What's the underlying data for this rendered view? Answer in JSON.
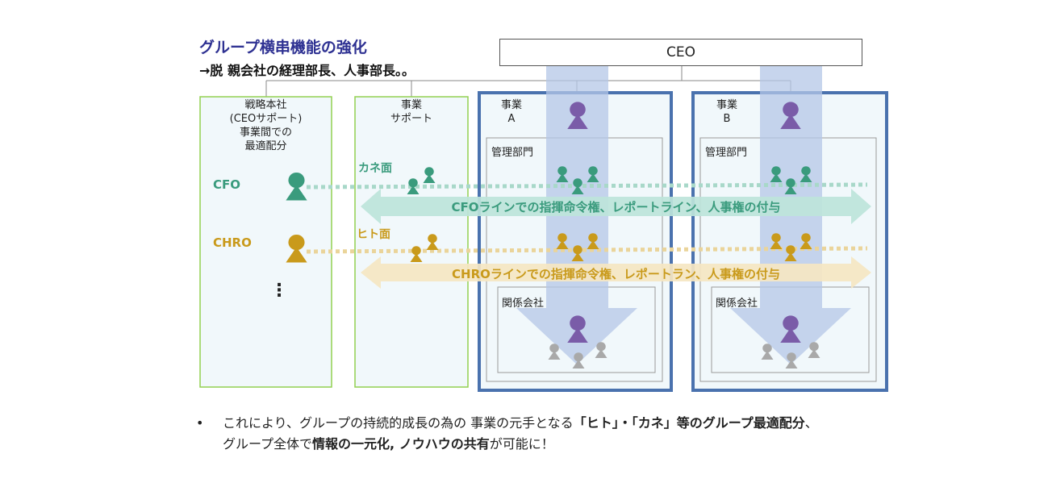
{
  "header": {
    "title": "グループ横串機能の強化",
    "subtitle": "→脱 親会社の経理部長、人事部長。。"
  },
  "ceo": {
    "label": "CEO"
  },
  "columns": {
    "strategy": {
      "label_lines": [
        "戦略本社",
        "(CEOサポート)",
        "事業間での",
        "最適配分"
      ],
      "ellipsis": "⋮"
    },
    "support": {
      "label_lines": [
        "事業",
        "サポート"
      ]
    },
    "biz_a": {
      "label_lines": [
        "事業",
        "A"
      ],
      "mgmt": "管理部門",
      "affiliate": "関係会社"
    },
    "biz_b": {
      "label_lines": [
        "事業",
        "B"
      ],
      "mgmt": "管理部門",
      "affiliate": "関係会社"
    }
  },
  "roles": {
    "cfo": "CFO",
    "chro": "CHRO",
    "money": "カネ面",
    "people": "ヒト面"
  },
  "arrows": {
    "cfo_line": "CFOラインでの指揮命令権、レポートライン、人事権の付与",
    "chro_line": "CHROラインでの指揮命令権、レポートラン、人事権の付与"
  },
  "footer": {
    "bullet": "•",
    "line1_a": "これにより、グループの持続的成長の為の 事業の元手となる",
    "line1_b": "「ヒト」・「カネ」等のグループ最適配分",
    "line1_c": "、",
    "line2_a": "グループ全体で",
    "line2_b": "情報の一元化, ノウハウの共有",
    "line2_c": "が可能に！"
  },
  "colors": {
    "title": "#2e3192",
    "green": "#3a9b7d",
    "gold": "#c99a1b",
    "purple": "#7a5ca8",
    "gray_person": "#a9a9a9",
    "blue_frame": "#4a72ae",
    "light_green_frame": "#92d050",
    "blue_arrow": "#b4c7e7"
  },
  "icons": {
    "person": "person-icon"
  }
}
